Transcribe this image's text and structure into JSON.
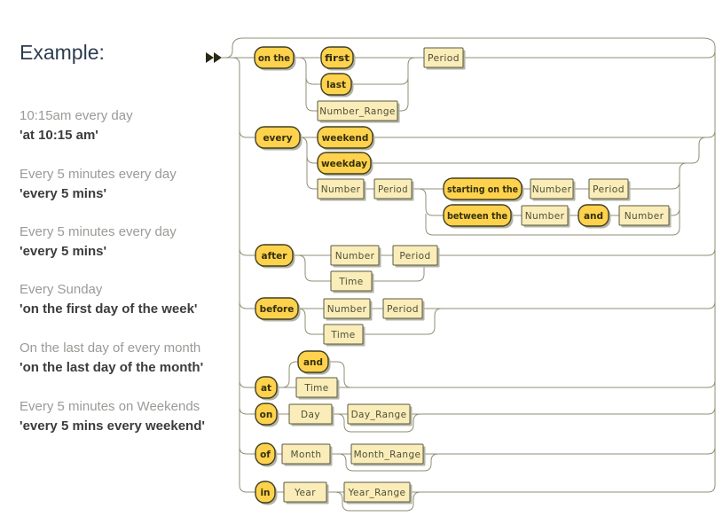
{
  "heading": "Example:",
  "examples": [
    {
      "description": "10:15am every day",
      "expression": "'at 10:15 am'"
    },
    {
      "description": "Every 5 minutes every day",
      "expression": "'every 5 mins'"
    },
    {
      "description": "Every 5 minutes every day",
      "expression": "'every 5 mins'"
    },
    {
      "description": "Every Sunday",
      "expression": "'on the first day of the week'"
    },
    {
      "description": "On the last day of every month",
      "expression": "'on the last day of the month'"
    },
    {
      "description": "Every 5 minutes on Weekends",
      "expression": "'every 5 mins every weekend'"
    }
  ],
  "diagram": {
    "colors": {
      "terminal_fill": "#ffd24d",
      "nonterminal_fill": "#faedb9",
      "line": "#8f8f76",
      "shadow": "#b3b3a4",
      "heading_text": "#2d3c52",
      "example_description": "#9a9a97",
      "example_expression": "#3c3c3c"
    },
    "nodes": {
      "onthe": {
        "label": "on the",
        "kind": "terminal"
      },
      "first": {
        "label": "first",
        "kind": "terminal"
      },
      "last": {
        "label": "last",
        "kind": "terminal"
      },
      "number_range": {
        "label": "Number_Range",
        "kind": "nonterminal"
      },
      "period1": {
        "label": "Period",
        "kind": "nonterminal"
      },
      "every": {
        "label": "every",
        "kind": "terminal"
      },
      "weekend": {
        "label": "weekend",
        "kind": "terminal"
      },
      "weekday": {
        "label": "weekday",
        "kind": "terminal"
      },
      "number1": {
        "label": "Number",
        "kind": "nonterminal"
      },
      "period2": {
        "label": "Period",
        "kind": "nonterminal"
      },
      "starting": {
        "label": "starting on the",
        "kind": "terminal"
      },
      "number2": {
        "label": "Number",
        "kind": "nonterminal"
      },
      "period3": {
        "label": "Period",
        "kind": "nonterminal"
      },
      "between": {
        "label": "between the",
        "kind": "terminal"
      },
      "number3": {
        "label": "Number",
        "kind": "nonterminal"
      },
      "and_sep": {
        "label": "and",
        "kind": "terminal"
      },
      "number4": {
        "label": "Number",
        "kind": "nonterminal"
      },
      "after": {
        "label": "after",
        "kind": "terminal"
      },
      "number5": {
        "label": "Number",
        "kind": "nonterminal"
      },
      "period4": {
        "label": "Period",
        "kind": "nonterminal"
      },
      "time1": {
        "label": "Time",
        "kind": "nonterminal"
      },
      "before": {
        "label": "before",
        "kind": "terminal"
      },
      "number6": {
        "label": "Number",
        "kind": "nonterminal"
      },
      "period5": {
        "label": "Period",
        "kind": "nonterminal"
      },
      "time2": {
        "label": "Time",
        "kind": "nonterminal"
      },
      "at": {
        "label": "at",
        "kind": "terminal"
      },
      "and_loop": {
        "label": "and",
        "kind": "terminal"
      },
      "time3": {
        "label": "Time",
        "kind": "nonterminal"
      },
      "on": {
        "label": "on",
        "kind": "terminal"
      },
      "day": {
        "label": "Day",
        "kind": "nonterminal"
      },
      "day_range": {
        "label": "Day_Range",
        "kind": "nonterminal"
      },
      "of": {
        "label": "of",
        "kind": "terminal"
      },
      "month": {
        "label": "Month",
        "kind": "nonterminal"
      },
      "month_range": {
        "label": "Month_Range",
        "kind": "nonterminal"
      },
      "in": {
        "label": "in",
        "kind": "terminal"
      },
      "year": {
        "label": "Year",
        "kind": "nonterminal"
      },
      "year_range": {
        "label": "Year_Range",
        "kind": "nonterminal"
      }
    }
  }
}
